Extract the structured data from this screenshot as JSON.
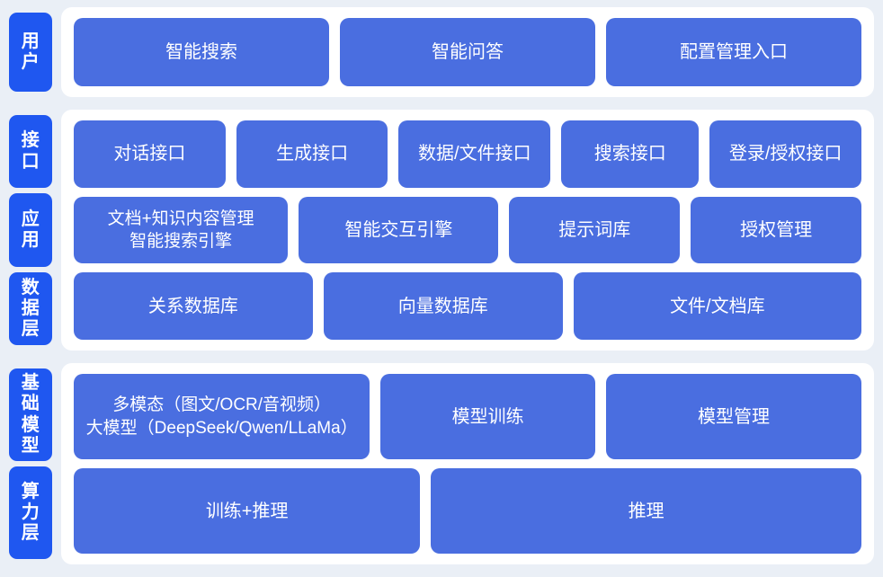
{
  "theme": {
    "background": "#eaeff6",
    "panel_background": "#ffffff",
    "tab_color": "#1f57f0",
    "node_color": "#4a6ee0",
    "text_color": "#ffffff"
  },
  "sections": [
    {
      "id": "user",
      "tabs": [
        {
          "name": "user-layer",
          "chars": [
            "用",
            "户"
          ],
          "label": "用户"
        }
      ],
      "rows": [
        {
          "id": "user-entry-row",
          "nodes": [
            {
              "label": "智能搜索",
              "weight": 10
            },
            {
              "label": "智能问答",
              "weight": 10
            },
            {
              "label": "配置管理入口",
              "weight": 10
            }
          ]
        }
      ]
    },
    {
      "id": "platform",
      "tabs": [
        {
          "name": "interface-layer",
          "chars": [
            "接",
            "口"
          ],
          "label": "接口"
        },
        {
          "name": "application-layer",
          "chars": [
            "应",
            "用"
          ],
          "label": "应用"
        },
        {
          "name": "data-layer",
          "chars": [
            "数",
            "据",
            "层"
          ],
          "label": "数据层"
        }
      ],
      "rows": [
        {
          "id": "interface-row",
          "nodes": [
            {
              "label": "对话接口",
              "weight": 10
            },
            {
              "label": "生成接口",
              "weight": 10
            },
            {
              "label": "数据/文件接口",
              "weight": 10
            },
            {
              "label": "搜索接口",
              "weight": 9
            },
            {
              "label": "登录/授权接口",
              "weight": 10
            }
          ]
        },
        {
          "id": "application-row",
          "nodes": [
            {
              "label": "文档+知识内容管理\n智能搜索引擎",
              "weight": 14,
              "two_line": true
            },
            {
              "label": "智能交互引擎",
              "weight": 13
            },
            {
              "label": "提示词库",
              "weight": 11
            },
            {
              "label": "授权管理",
              "weight": 11
            }
          ]
        },
        {
          "id": "data-row",
          "nodes": [
            {
              "label": "关系数据库",
              "weight": 14
            },
            {
              "label": "向量数据库",
              "weight": 14
            },
            {
              "label": "文件/文档库",
              "weight": 17
            }
          ]
        }
      ]
    },
    {
      "id": "infrastructure",
      "tabs": [
        {
          "name": "foundation-model-layer",
          "chars": [
            "基",
            "础",
            "模",
            "型"
          ],
          "label": "基础模型"
        },
        {
          "name": "compute-layer",
          "chars": [
            "算",
            "力",
            "层"
          ],
          "label": "算力层"
        }
      ],
      "rows": [
        {
          "id": "model-row",
          "nodes": [
            {
              "label": "多模态（图文/OCR/音视频）\n大模型（DeepSeek/Qwen/LLaMa）",
              "weight": 14,
              "two_line": true
            },
            {
              "label": "模型训练",
              "weight": 10
            },
            {
              "label": "模型管理",
              "weight": 12
            }
          ]
        },
        {
          "id": "compute-row",
          "nodes": [
            {
              "label": "训练+推理",
              "weight": 16
            },
            {
              "label": "推理",
              "weight": 20
            }
          ]
        }
      ]
    }
  ]
}
